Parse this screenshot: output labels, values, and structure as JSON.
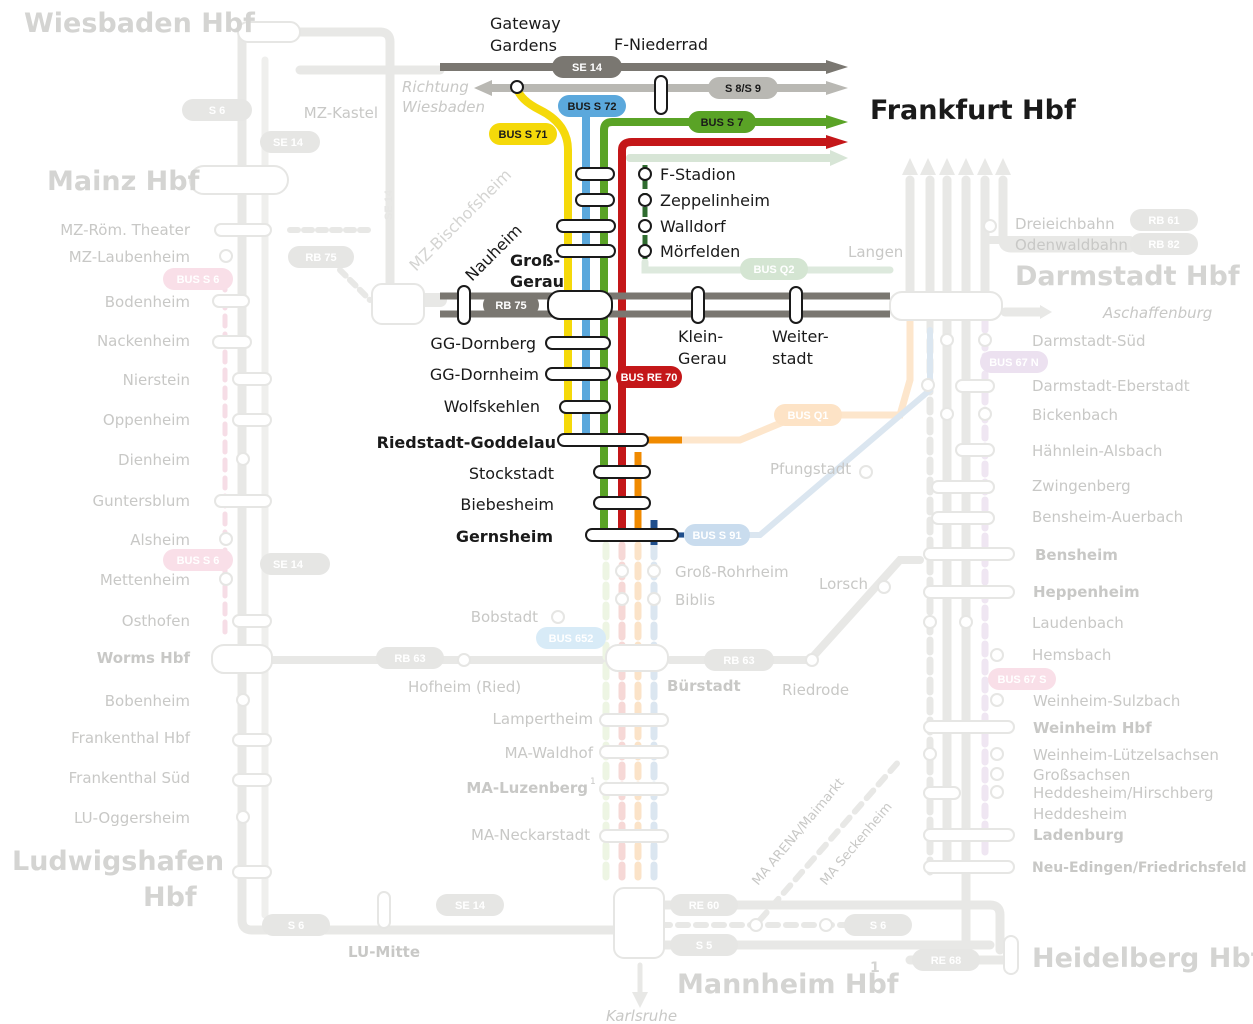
{
  "map": {
    "hubs": {
      "frankfurt": "Frankfurt Hbf",
      "wiesbaden": "Wiesbaden Hbf",
      "mainz": "Mainz Hbf",
      "darmstadt": "Darmstadt Hbf",
      "ludwigshafen_1": "Ludwigshafen",
      "ludwigshafen_2": "Hbf",
      "mannheim": "Mannheim Hbf",
      "mannheim_note": "1",
      "heidelberg": "Heidelberg Hbf"
    },
    "directions": {
      "wiesbaden_1": "Richtung",
      "wiesbaden_2": "Wiesbaden",
      "aschaffenburg": "Aschaffenburg",
      "karlsruhe": "Karlsruhe"
    },
    "active_stations": {
      "gateway_1": "Gateway",
      "gateway_2": "Gardens",
      "niederrad": "F-Niederrad",
      "stadion": "F-Stadion",
      "zeppelinheim": "Zeppelinheim",
      "walldorf": "Walldorf",
      "moerfelden": "Mörfelden",
      "bischofsheim": "MZ-Bischofsheim",
      "nauheim": "Nauheim",
      "gross_gerau_1": "Groß-",
      "gross_gerau_2": "Gerau",
      "klein_gerau_1": "Klein-",
      "klein_gerau_2": "Gerau",
      "weiterstadt_1": "Weiter-",
      "weiterstadt_2": "stadt",
      "dornberg": "GG-Dornberg",
      "dornheim": "GG-Dornheim",
      "wolfskehlen": "Wolfskehlen",
      "riedstadt": "Riedstadt-Goddelau",
      "stockstadt": "Stockstadt",
      "biebesheim": "Biebesheim",
      "gernsheim": "Gernsheim"
    },
    "faded_left": {
      "mz_kastel": "MZ-Kastel",
      "mz_roem": "MZ-Röm. Theater",
      "mz_laubenheim": "MZ-Laubenheim",
      "bodenheim": "Bodenheim",
      "nackenheim": "Nackenheim",
      "nierstein": "Nierstein",
      "oppenheim": "Oppenheim",
      "dienheim": "Dienheim",
      "guntersblum": "Guntersblum",
      "alsheim": "Alsheim",
      "mettenheim": "Mettenheim",
      "osthofen": "Osthofen",
      "worms": "Worms Hbf",
      "bobenheim": "Bobenheim",
      "frankenthal_hbf": "Frankenthal Hbf",
      "frankenthal_sued": "Frankenthal Süd",
      "lu_oggersheim": "LU-Oggersheim",
      "lu_mitte": "LU-Mitte"
    },
    "faded_center": {
      "gross_rohrheim": "Groß-Rohrheim",
      "biblis": "Biblis",
      "bobstadt": "Bobstadt",
      "hofheim": "Hofheim (Ried)",
      "buerstadt": "Bürstadt",
      "riedrode": "Riedrode",
      "lampertheim": "Lampertheim",
      "ma_waldhof": "MA-Waldhof",
      "ma_luzenberg": "MA-Luzenberg",
      "ma_luzenberg_note": "1",
      "ma_neckarstadt": "MA-Neckarstadt",
      "pfungstadt": "Pfungstadt",
      "lorsch": "Lorsch",
      "langen": "Langen",
      "ma_arena": "MA ARENA/Maimarkt",
      "ma_seckenheim": "MA Seckenheim"
    },
    "faded_right": {
      "dreieichbahn": "Dreieichbahn",
      "odenwaldbahn": "Odenwaldbahn",
      "darmstadt_sued": "Darmstadt-Süd",
      "eberstadt": "Darmstadt-Eberstadt",
      "bickenbach": "Bickenbach",
      "haehnlein": "Hähnlein-Alsbach",
      "zwingenberg": "Zwingenberg",
      "bensheim_auerbach": "Bensheim-Auerbach",
      "bensheim": "Bensheim",
      "heppenheim": "Heppenheim",
      "laudenbach": "Laudenbach",
      "hemsbach": "Hemsbach",
      "weinheim_sulzbach": "Weinheim-Sulzbach",
      "weinheim": "Weinheim Hbf",
      "weinheim_luetzel": "Weinheim-Lützelsachsen",
      "grosssachsen": "Großsachsen",
      "heddesheim_hirsch": "Heddesheim/Hirschberg",
      "heddesheim": "Heddesheim",
      "ladenburg": "Ladenburg",
      "neu_edingen": "Neu-Edingen/Friedrichsfeld"
    },
    "line_badges": {
      "se14": "SE 14",
      "s8s9": "S 8/S 9",
      "bus_s72": "BUS S 72",
      "bus_s7": "BUS S 7",
      "bus_s71": "BUS S 71",
      "rb75": "RB 75",
      "bus_re70": "BUS RE 70",
      "bus_s91": "BUS S 91",
      "bus_q2": "BUS Q2",
      "bus_q1": "BUS Q1",
      "s6_top": "S 6",
      "se14_mainz": "SE 14",
      "rb75_faded": "RB 75",
      "bus_s6_a": "BUS S 6",
      "bus_s6_b": "BUS S 6",
      "se14_alsheim": "SE 14",
      "rb63_a": "RB 63",
      "rb63_b": "RB 63",
      "bus_652": "BUS 652",
      "rb61": "RB 61",
      "rb82": "RB 82",
      "bus67n": "BUS 67 N",
      "bus67s": "BUS 67 S",
      "se14_bottom": "SE 14",
      "s6_bottom_left": "S 6",
      "re60": "RE 60",
      "s5": "S 5",
      "s6_bottom_right": "S 6",
      "re68": "RE 68",
      "mz_vertical": "SE 14"
    },
    "colors": {
      "gray_dark": "#7a7771",
      "gray_light": "#b9b8b3",
      "yellow": "#f5d90a",
      "blue": "#5ba8dc",
      "green": "#5aa326",
      "red": "#c41719",
      "orange": "#f08a00",
      "navy": "#1f4e8c",
      "faint": "#e6e6e4",
      "faint_text": "#c8c8c6"
    }
  }
}
